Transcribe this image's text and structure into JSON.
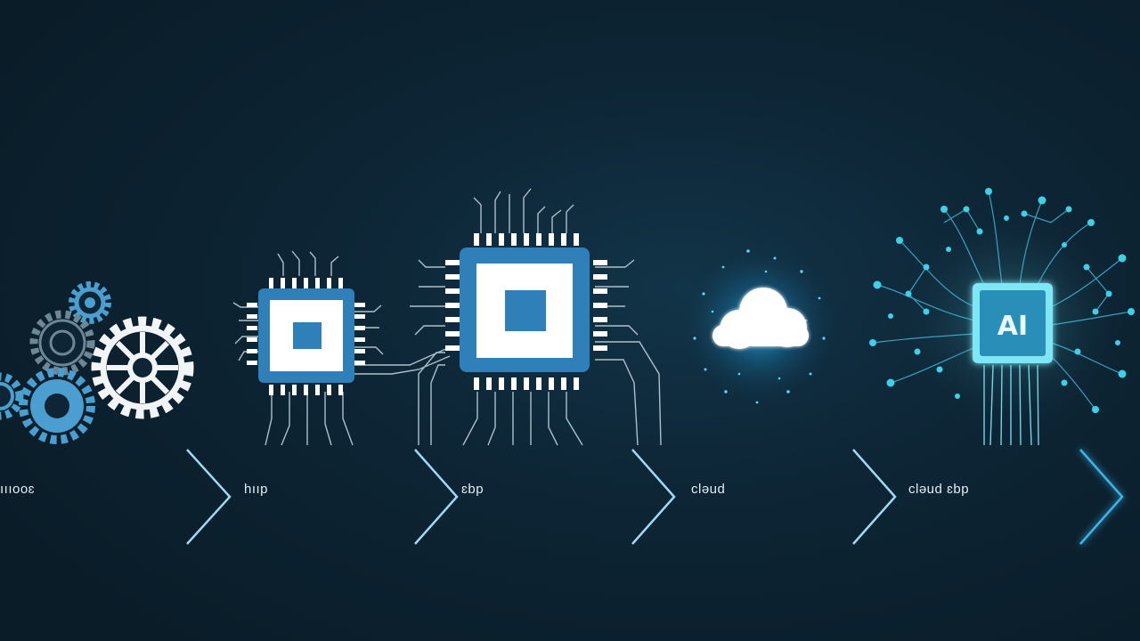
{
  "timeline": {
    "stages": [
      {
        "label": "ıııooɛ",
        "icon": "gears-icon"
      },
      {
        "label": "hııp",
        "icon": "chip-small-icon"
      },
      {
        "label": "ɛbp",
        "icon": "chip-large-icon"
      },
      {
        "label": "cləud",
        "icon": "cloud-icon"
      },
      {
        "label": "cləud ɛbp",
        "icon": "ai-brain-icon"
      }
    ]
  },
  "ai_badge": {
    "text": "AI"
  },
  "colors": {
    "background": "#0d2535",
    "accent": "#3ab4e8",
    "gear_blue": "#4a9fd0",
    "white": "#ffffff",
    "cyan_glow": "#5fe0f0"
  }
}
